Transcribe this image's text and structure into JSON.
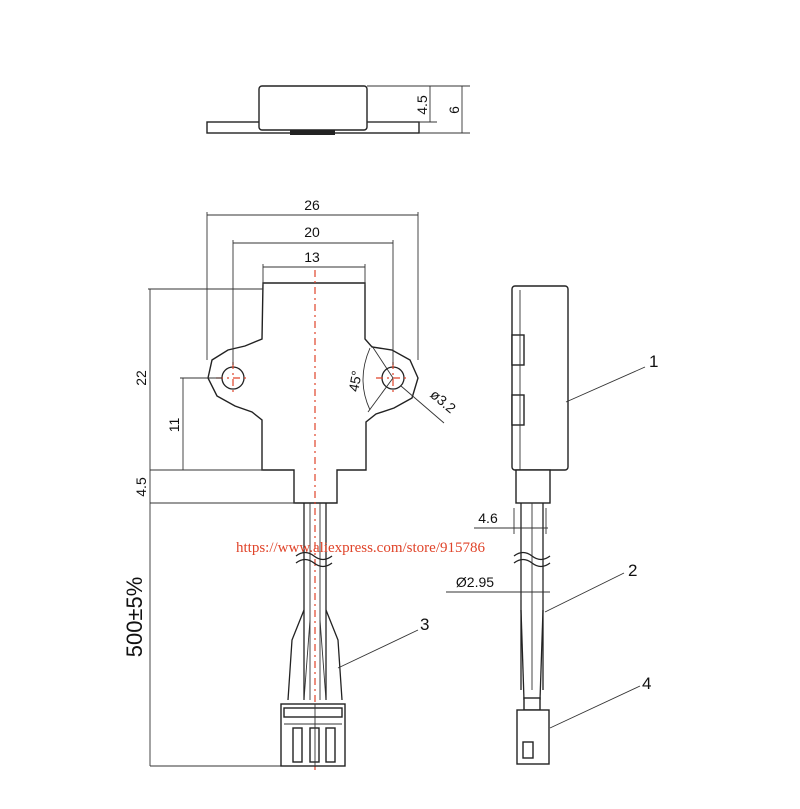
{
  "top_view": {
    "dim_height_inner": "4.5",
    "dim_height_outer": "6"
  },
  "front_view": {
    "dim_width_overall": "26",
    "dim_hole_spacing": "20",
    "dim_body_width": "13",
    "dim_height_total": "22",
    "dim_height_holes": "11",
    "dim_neck": "4.5",
    "dim_angle": "45°",
    "dim_hole_dia": "ø3.2",
    "dim_cable_length": "500±5%"
  },
  "side_view": {
    "dim_cable_top": "4.6",
    "dim_cable_dia": "Ø2.95"
  },
  "callouts": [
    "1",
    "2",
    "3",
    "4"
  ],
  "watermark": "https://www.aliexpress.com/store/915786",
  "colors": {
    "line": "#222222",
    "centerline": "#e0442a",
    "watermark": "#e0442a"
  }
}
